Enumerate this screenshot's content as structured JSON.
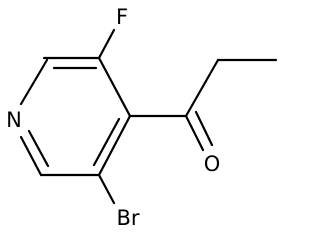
{
  "molecule": {
    "atoms": {
      "fluorine": "F",
      "nitrogen": "N",
      "bromine": "Br",
      "oxygen": "O"
    },
    "colors": {
      "bond": "#000000",
      "label": "#000000",
      "background": "#ffffff"
    }
  }
}
